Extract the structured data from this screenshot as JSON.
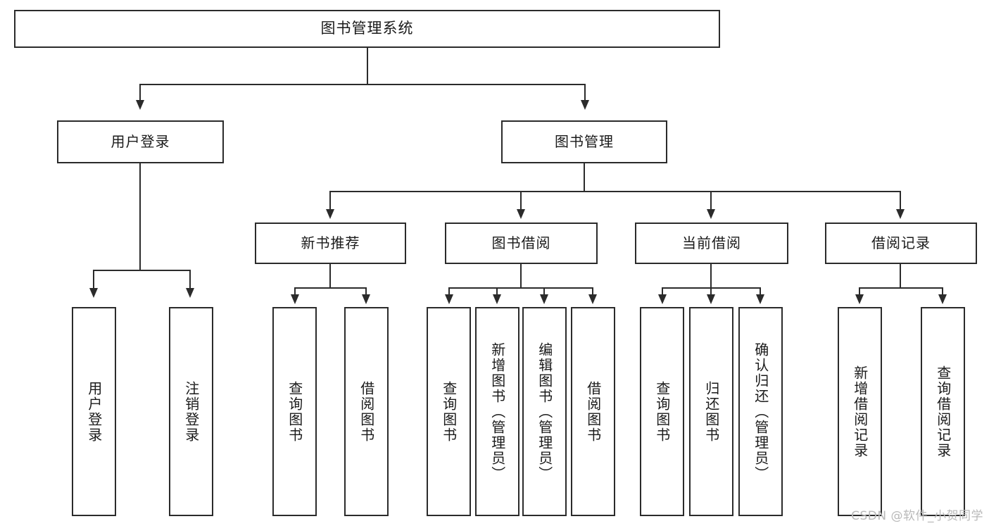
{
  "diagram": {
    "type": "tree-hierarchy",
    "title": "图书管理系统",
    "levels": 4,
    "root": {
      "label": "图书管理系统"
    },
    "level2": [
      {
        "label": "用户登录"
      },
      {
        "label": "图书管理"
      }
    ],
    "level3": [
      {
        "label": "新书推荐"
      },
      {
        "label": "图书借阅"
      },
      {
        "label": "当前借阅"
      },
      {
        "label": "借阅记录"
      }
    ],
    "leaves": {
      "user_login": [
        {
          "label": "用户登录"
        },
        {
          "label": "注销登录"
        }
      ],
      "new_book": [
        {
          "label": "查询图书"
        },
        {
          "label": "借阅图书"
        }
      ],
      "book_borrow": [
        {
          "label": "查询图书"
        },
        {
          "label": "新增图书（管理员）"
        },
        {
          "label": "编辑图书（管理员）"
        },
        {
          "label": "借阅图书"
        }
      ],
      "current_borrow": [
        {
          "label": "查询图书"
        },
        {
          "label": "归还图书"
        },
        {
          "label": "确认归还（管理员）"
        }
      ],
      "borrow_record": [
        {
          "label": "新增借阅记录"
        },
        {
          "label": "查询借阅记录"
        }
      ]
    }
  },
  "watermark": {
    "text": "CSDN @软件_小贺同学"
  },
  "colors": {
    "stroke": "#2b2b2b",
    "fill": "#ffffff",
    "text": "#1a1a1a",
    "watermark": "#b9b9b9"
  }
}
